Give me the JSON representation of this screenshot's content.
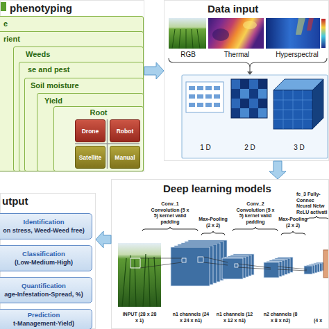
{
  "diagram": {
    "nodes": [
      {
        "text": [
          "phenotyping"
        ]
      },
      {
        "text": [
          "e"
        ],
        "in": 0
      },
      {
        "text": [
          "rient"
        ],
        "in": 0
      },
      {
        "text": [
          "Weeds"
        ],
        "in": 0
      },
      {
        "text": [
          "se and pest"
        ],
        "in": 0
      },
      {
        "text": [
          "Soil moisture"
        ],
        "in": 0
      },
      {
        "text": [
          "Yield"
        ],
        "in": 0
      },
      {
        "text": [
          "Root"
        ],
        "in": 0
      },
      {
        "text": [
          "Drone"
        ],
        "in": 7
      },
      {
        "text": [
          "Robot"
        ],
        "in": 7
      },
      {
        "text": [
          "Satellite"
        ],
        "in": 7
      },
      {
        "text": [
          "Manual"
        ],
        "in": 7
      },
      {
        "text": [
          "Data input"
        ]
      },
      {
        "text": [
          "RGB"
        ],
        "in": 12
      },
      {
        "text": [
          "Thermal"
        ],
        "in": 12
      },
      {
        "text": [
          "Hyperspectral"
        ],
        "in": 12
      },
      {
        "text": [
          "1 D"
        ],
        "in": 12
      },
      {
        "text": [
          "2 D"
        ],
        "in": 12
      },
      {
        "text": [
          "3 D"
        ],
        "in": 12
      },
      {
        "text": [
          "Deep learning models"
        ]
      },
      {
        "text": [
          "utput"
        ]
      },
      {
        "text": [
          "Identification",
          "on stress, Weed-Weed free)"
        ],
        "in": 20
      },
      {
        "text": [
          "Classification",
          "(Low-Medium-High)"
        ],
        "in": 20
      },
      {
        "text": [
          "Quantification",
          "age-Infestation-Spread, %)"
        ],
        "in": 20
      },
      {
        "text": [
          "Prediction",
          "t-Management-Yield)"
        ],
        "in": 20
      }
    ],
    "edges": [
      {
        "from": 0,
        "to": 12,
        "arrow": "to"
      },
      {
        "from": 12,
        "to": 19,
        "arrow": "to"
      },
      {
        "from": 19,
        "to": 20,
        "arrow": "to"
      }
    ],
    "labels": [
      "Conv_1 Convolution (5 x 5) kernel valid padding",
      "Max-Pooling (2 x 2)",
      "Conv_2 Convolution (5 x 5) kernel valid padding",
      "Max-Pooling (2 x 2)",
      "fc_3 Fully-Connec Neural Netw ReLU activati",
      "INPUT (28 x 28 x 1)",
      "n1 channels (24 x 24 x n1)",
      "n1 channels (12 x 12 x n1)",
      "n2 channels (8 x 8 x n2)",
      "(4 x"
    ]
  }
}
